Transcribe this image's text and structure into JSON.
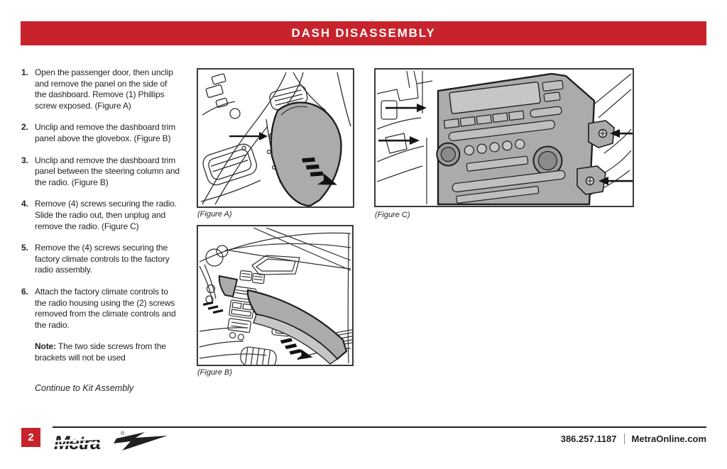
{
  "header": {
    "title": "DASH DISASSEMBLY"
  },
  "colors": {
    "accent_red": "#C8232C",
    "panel_gray": "#ABABAD",
    "ink": "#231F20"
  },
  "steps": [
    {
      "num": "1.",
      "text": "Open the passenger door, then unclip and remove the panel on the side of the dashboard. Remove (1) Phillips screw exposed.  (Figure A)"
    },
    {
      "num": "2.",
      "text": "Unclip and remove the dashboard trim panel above the glovebox.  (Figure B)"
    },
    {
      "num": "3.",
      "text": "Unclip and remove the dashboard trim panel between the steering column and the radio.  (Figure B)"
    },
    {
      "num": "4.",
      "text": "Remove (4) screws securing the radio. Slide the radio out, then unplug and remove the radio.  (Figure C)"
    },
    {
      "num": "5.",
      "text": "Remove the (4) screws securing the factory climate controls to the factory radio assembly."
    },
    {
      "num": "6.",
      "text": "Attach the factory climate controls to the radio housing using the (2) screws removed from the climate controls and the radio."
    }
  ],
  "note": {
    "label": "Note:",
    "text": " The two side screws from the brackets will not be used"
  },
  "continue_text": "Continue to Kit Assembly",
  "figures": {
    "a": {
      "caption": "(Figure A)"
    },
    "b": {
      "caption": "(Figure B)"
    },
    "c": {
      "caption": "(Figure C)"
    }
  },
  "footer": {
    "page_number": "2",
    "brand": "Metra",
    "brand_mark": "®",
    "phone": "386.257.1187",
    "website": "MetraOnline.com"
  }
}
